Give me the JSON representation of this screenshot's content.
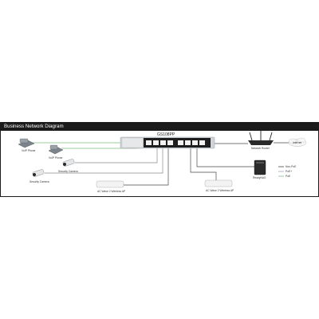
{
  "diagram": {
    "title": "Business Network Diagram",
    "switch_label": "GS108PP",
    "devices": {
      "voip_phone_1": "VoIP Phone",
      "voip_phone_2": "VoIP Phone",
      "security_camera_1": "Security Camera",
      "security_camera_2": "Security Camera",
      "ap_1": "AC Wave 2 Wireless AP",
      "ap_2": "AC Wave 2 Wireless AP",
      "router": "Network Router",
      "internet": "Internet",
      "nas": "ReadyNAS"
    },
    "legend": [
      {
        "label": "Non-PoE",
        "color": "#4a4a4a"
      },
      {
        "label": "PoE+",
        "color": "#9aa6c8"
      },
      {
        "label": "PoE",
        "color": "#7fbf7f"
      }
    ],
    "colors": {
      "title_bar": "#1b1b1b",
      "switch_body": "#d0d4d8",
      "port_panel": "#1e1e1e",
      "cable_dark": "#4a4a4a",
      "cable_green": "#7fbf7f",
      "cable_gray": "#8a8a8a"
    }
  }
}
